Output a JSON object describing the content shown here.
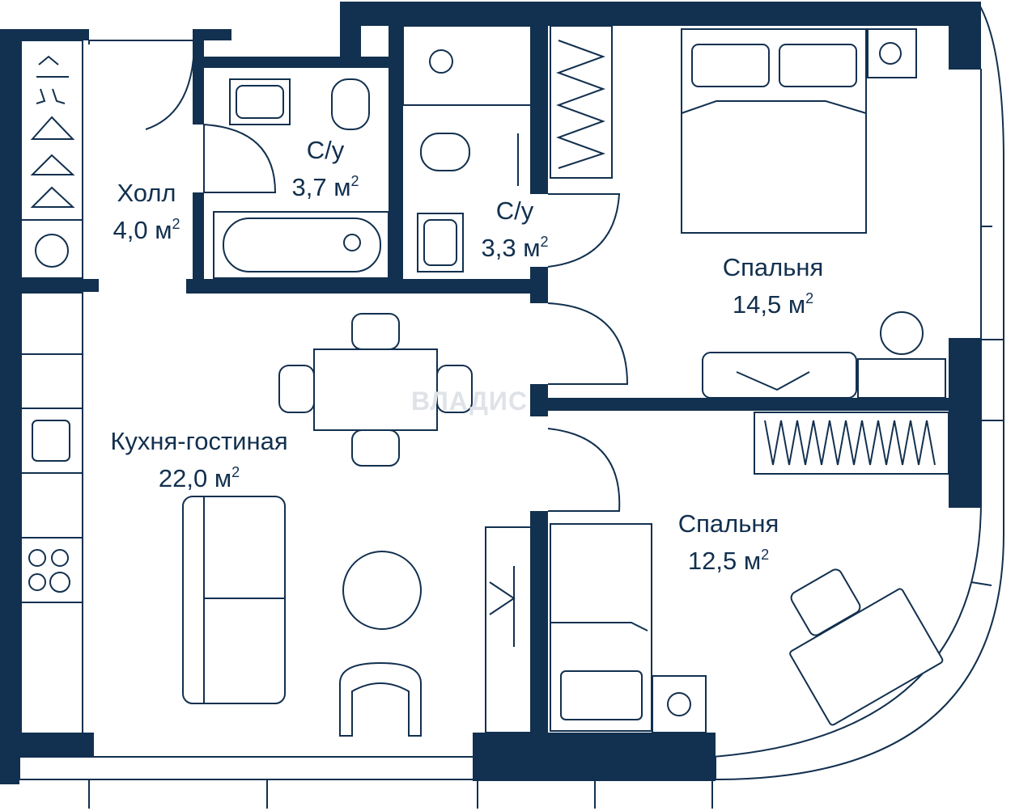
{
  "plan": {
    "accent_color": "#12304f",
    "unit_suffix": "м",
    "unit_power": "2",
    "watermark": "ВЛАДИС",
    "rooms": [
      {
        "id": "hall",
        "name": "Холл",
        "area": "4,0"
      },
      {
        "id": "wc1",
        "name": "С/у",
        "area": "3,7"
      },
      {
        "id": "wc2",
        "name": "С/у",
        "area": "3,3"
      },
      {
        "id": "bedroom1",
        "name": "Спальня",
        "area": "14,5"
      },
      {
        "id": "kitchen",
        "name": "Кухня-гостиная",
        "area": "22,0"
      },
      {
        "id": "bedroom2",
        "name": "Спальня",
        "area": "12,5"
      }
    ]
  }
}
